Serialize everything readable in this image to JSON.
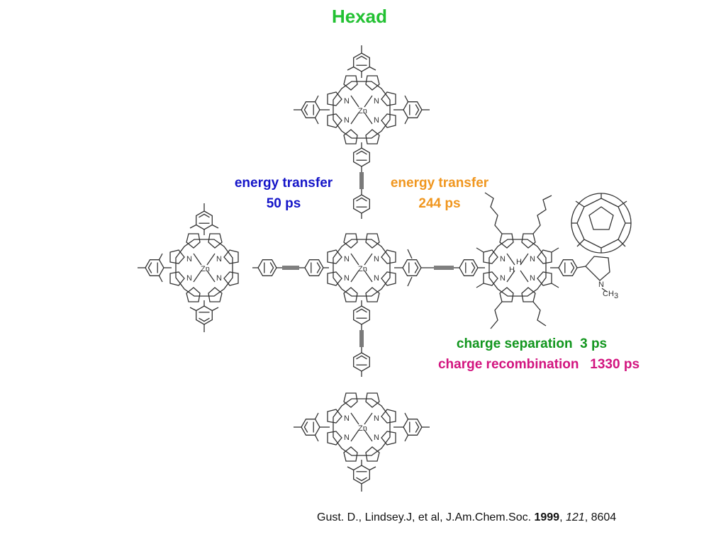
{
  "title": "Hexad",
  "colors": {
    "title": "#22c132",
    "energy_transfer_1": "#1414c8",
    "energy_transfer_2": "#f0961e",
    "charge_separation": "#12961e",
    "charge_recombination": "#d2147f"
  },
  "labels": {
    "energy_transfer_1": {
      "line1": "energy transfer",
      "line2": "50 ps"
    },
    "energy_transfer_2": {
      "line1": "energy transfer",
      "line2": "244 ps"
    },
    "charge_separation": "charge separation  3 ps",
    "charge_recombination": "charge recombination   1330 ps"
  },
  "atoms": {
    "n": "N",
    "zn": "Zn",
    "h": "H",
    "methyl": "CH3"
  },
  "citation": {
    "authors": "Gust. D., Lindsey.J, et al, J.Am.Chem.Soc.",
    "year": "1999",
    "volume": "121",
    "page": "8604"
  }
}
